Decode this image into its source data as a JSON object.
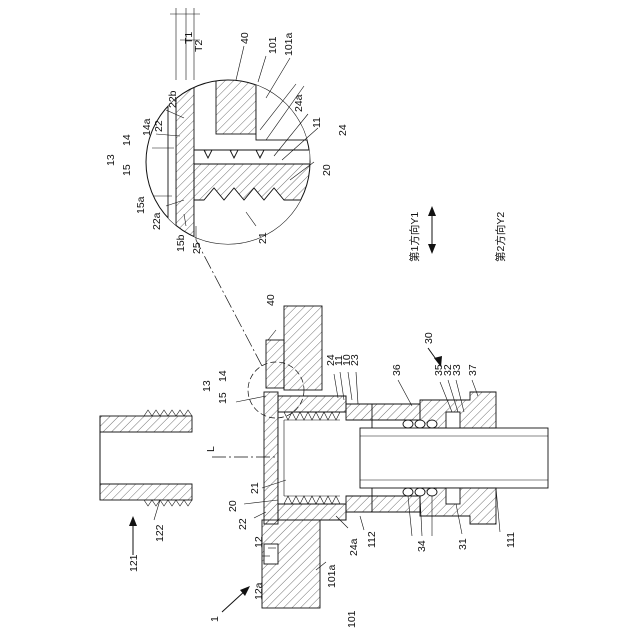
{
  "labels": {
    "fig_number": "1",
    "n12": "12",
    "n12a": "12a",
    "n101_a": "101",
    "n101a_a": "101a",
    "n24a_a": "24a",
    "n112": "112",
    "n22_a": "22",
    "n20_a": "20",
    "n21_a": "21",
    "n15_a": "15",
    "n14_a": "14",
    "n13_a": "13",
    "n24_a": "24",
    "n11_a": "11",
    "n10": "10",
    "n23": "23",
    "n40_a": "40",
    "n36": "36",
    "n30": "30",
    "n35": "35",
    "n32": "32",
    "n33": "33",
    "n37": "37",
    "n34": "34",
    "n31": "31",
    "n111": "111",
    "n121": "121",
    "n122": "122",
    "axis_L": "L",
    "T1": "T1",
    "T2": "T2",
    "n40_b": "40",
    "n101_b": "101",
    "n101a_b": "101a",
    "n22b": "22b",
    "n24a_b": "24a",
    "n14a": "14a",
    "n22_b": "22",
    "n14_b": "14",
    "n13_b": "13",
    "n15_b": "15",
    "n11_b": "11",
    "n24_b": "24",
    "n20_b": "20",
    "n15a": "15a",
    "n22a": "22a",
    "n15b": "15b",
    "n25": "25",
    "n21_b": "21",
    "dir_y1": "第1方向Y1",
    "dir_y2": "第2方向Y2"
  }
}
